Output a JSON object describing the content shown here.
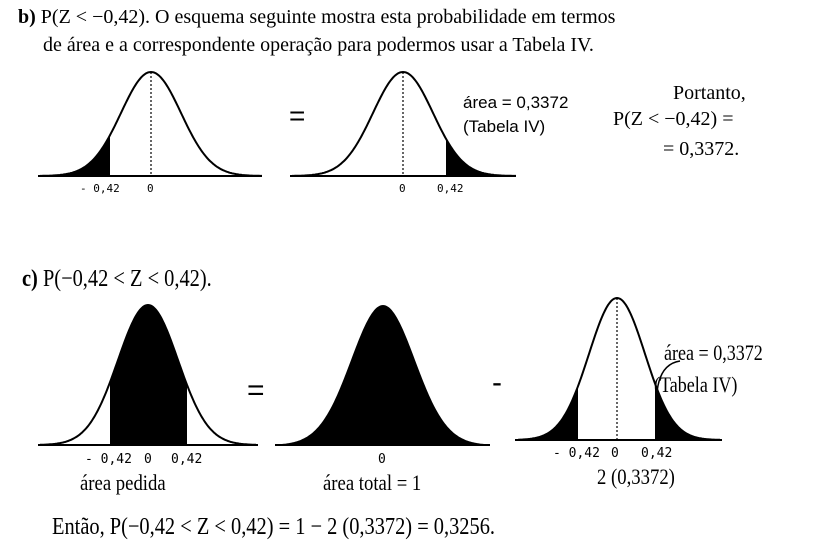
{
  "section_b": {
    "label": "b)",
    "line1": "P(Z < −0,42). O esquema seguinte mostra esta probabilidade em termos",
    "line2": "de área e a correspondente operação para podermos usar a Tabela IV.",
    "curve1_ticks": [
      "- 0,42",
      "0"
    ],
    "equals": "=",
    "curve2_ticks": [
      "0",
      "0,42"
    ],
    "area_label": "área = 0,3372",
    "table_label": "(Tabela IV)",
    "result_lines": [
      "Portanto,",
      "P(Z < −0,42) =",
      "= 0,3372."
    ]
  },
  "section_c": {
    "label": "c)",
    "title": "P(−0,42 < Z < 0,42).",
    "curve1_ticks": [
      "- 0,42",
      "0",
      "0,42"
    ],
    "curve1_caption": "área pedida",
    "equals": "=",
    "curve2_ticks": [
      "0"
    ],
    "curve2_caption": "área total = 1",
    "minus": "-",
    "curve3_ticks": [
      "- 0,42",
      "0",
      "0,42"
    ],
    "curve3_caption": "2 (0,3372)",
    "area_label": "área = 0,3372",
    "table_label": "(Tabela IV)",
    "conclusion": "Então, P(−0,42 < Z < 0,42) = 1 − 2 (0,3372) = 0,3256."
  }
}
